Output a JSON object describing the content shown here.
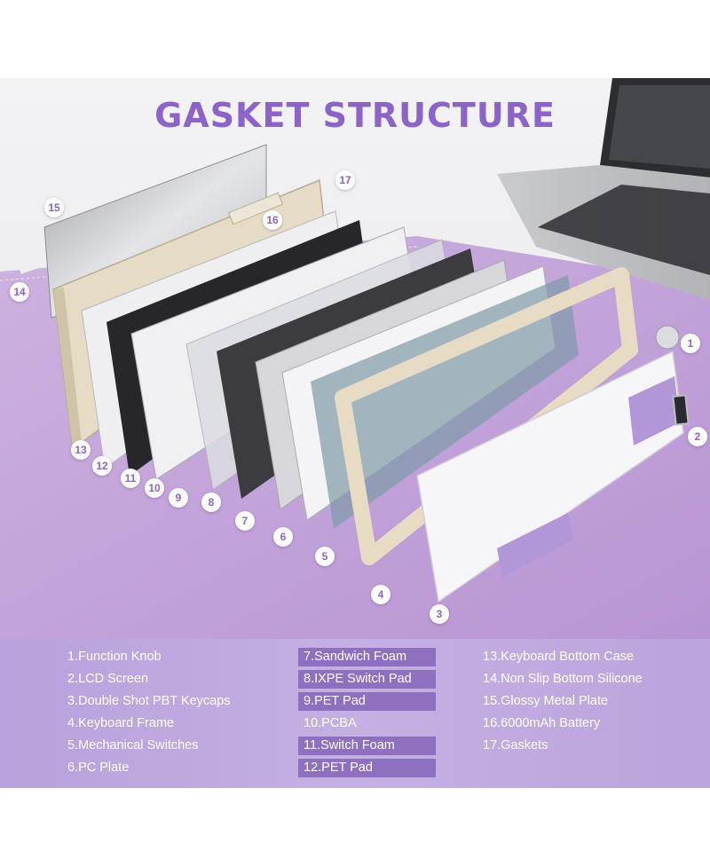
{
  "title": "GASKET STRUCTURE",
  "colors": {
    "title": "#8b63c9",
    "legend_bg": "#bea7de",
    "legend_highlight": "#8e6fc0",
    "callout_bubble": "#ffffff"
  },
  "callouts": [
    "1",
    "2",
    "3",
    "4",
    "5",
    "6",
    "7",
    "8",
    "9",
    "10",
    "11",
    "12",
    "13",
    "14",
    "15",
    "16",
    "17"
  ],
  "legend": {
    "col1": [
      "1.Function Knob",
      "2.LCD Screen",
      "3.Double Shot PBT Keycaps",
      "4.Keyboard Frame",
      "5.Mechanical Switches",
      "6.PC Plate"
    ],
    "col2": [
      "7.Sandwich Foam",
      "8.IXPE Switch Pad",
      "9.PET Pad",
      "10.PCBA",
      "11.Switch Foam",
      "12.PET Pad"
    ],
    "col3": [
      "13.Keyboard Bottom Case",
      "14.Non Slip Bottom Silicone",
      "15.Glossy Metal Plate",
      "16.6000mAh Battery",
      "17.Gaskets"
    ]
  }
}
